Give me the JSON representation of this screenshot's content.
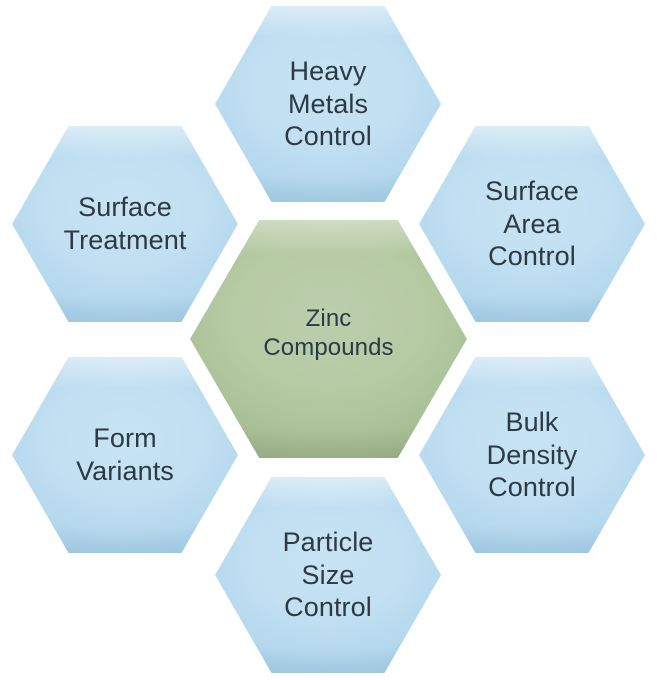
{
  "diagram": {
    "type": "hexagon-cluster",
    "title": "Zinc Compounds",
    "background_color": "#ffffff",
    "center_fill_color": "#b6caa4",
    "outer_fill_color": "#c2e0f2",
    "text_color": "#2c3a45",
    "center": {
      "label": "Zinc\nCompounds",
      "line1": "Zinc",
      "line2": "Compounds"
    },
    "nodes": [
      {
        "position": "top",
        "label": "Heavy\nMetals\nControl",
        "line1": "Heavy",
        "line2": "Metals",
        "line3": "Control"
      },
      {
        "position": "upper-left",
        "label": "Surface\nTreatment",
        "line1": "Surface",
        "line2": "Treatment",
        "line3": ""
      },
      {
        "position": "upper-right",
        "label": "Surface\nArea\nControl",
        "line1": "Surface",
        "line2": "Area",
        "line3": "Control"
      },
      {
        "position": "lower-left",
        "label": "Form\nVariants",
        "line1": "Form",
        "line2": "Variants",
        "line3": ""
      },
      {
        "position": "lower-right",
        "label": "Bulk\nDensity\nControl",
        "line1": "Bulk",
        "line2": "Density",
        "line3": "Control"
      },
      {
        "position": "bottom",
        "label": "Particle\nSize\nControl",
        "line1": "Particle",
        "line2": "Size",
        "line3": "Control"
      }
    ]
  }
}
